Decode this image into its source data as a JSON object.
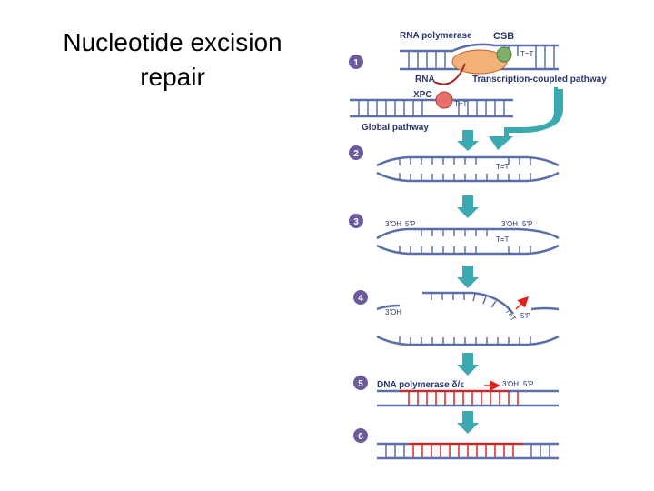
{
  "title": {
    "line1": "Nucleotide excision",
    "line2": "repair"
  },
  "steps": [
    "1",
    "2",
    "3",
    "4",
    "5",
    "6"
  ],
  "labels": {
    "rna_polymerase": "RNA polymerase",
    "csb": "CSB",
    "tt": "T=T",
    "rna": "RNA",
    "transcription_coupled": "Transcription-coupled pathway",
    "xpc": "XPC",
    "global": "Global pathway",
    "oh3": "3'OH",
    "p5": "5'P",
    "dna_polymerase": "DNA polymerase δ/ε"
  },
  "colors": {
    "strand": "#5a6fa8",
    "step_circle": "#6d5a9e",
    "arrow": "#3aa9b0",
    "new_dna": "#e0201c",
    "rna_pol": "#f2b277",
    "csb": "#7fb069",
    "xpc": "#e8706a",
    "label": "#2a3570"
  }
}
